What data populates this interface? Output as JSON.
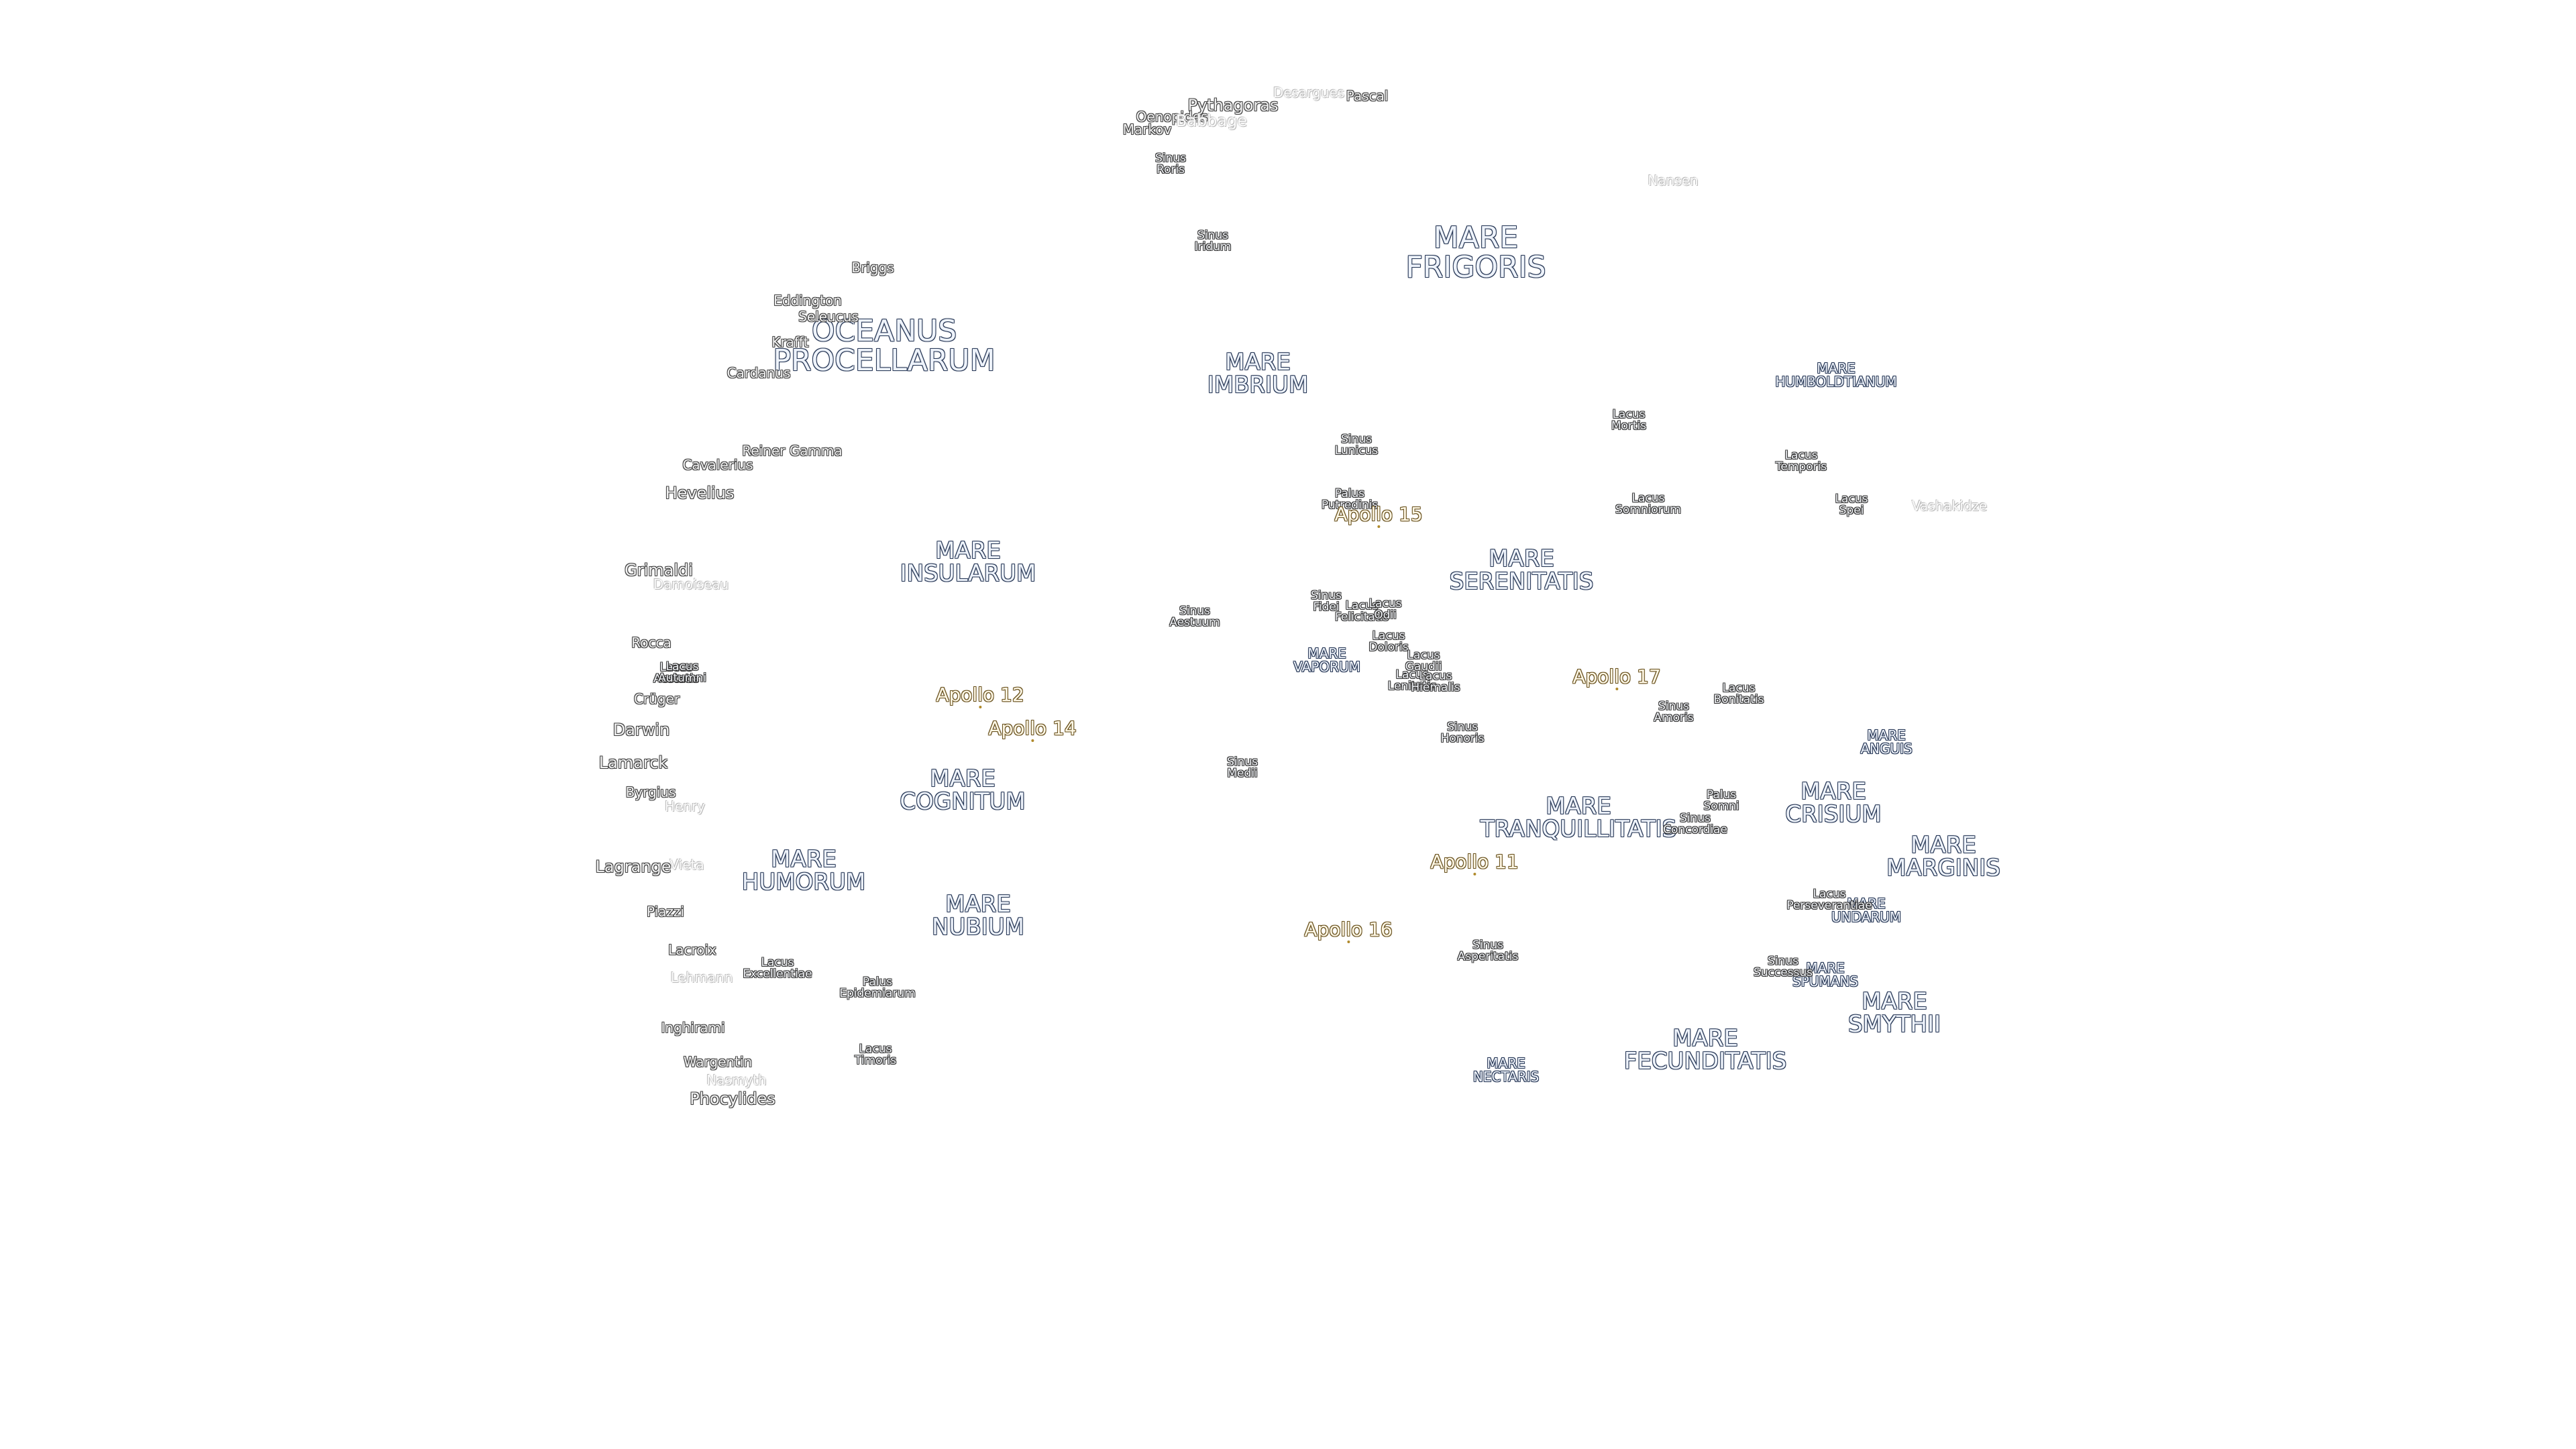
{
  "map": {
    "maria": [
      {
        "id": "mare-frigoris",
        "text": "MARE\nFRIGORIS"
      },
      {
        "id": "oceanus-procellarum",
        "text": "OCEANUS\nPROCELLARUM"
      },
      {
        "id": "mare-imbrium",
        "text": "MARE\nIMBRIUM"
      },
      {
        "id": "mare-humboldtianum",
        "text": "MARE\nHUMBOLDTIANUM"
      },
      {
        "id": "mare-insularum",
        "text": "MARE\nINSULARUM"
      },
      {
        "id": "mare-serenitatis",
        "text": "MARE\nSERENITATIS"
      },
      {
        "id": "mare-vaporum",
        "text": "MARE\nVAPORUM"
      },
      {
        "id": "mare-anguis",
        "text": "MARE\nANGUIS"
      },
      {
        "id": "mare-cognitum",
        "text": "MARE\nCOGNITUM"
      },
      {
        "id": "mare-crisium",
        "text": "MARE\nCRISIUM"
      },
      {
        "id": "mare-tranquillitatis",
        "text": "MARE\nTRANQUILLITATIS"
      },
      {
        "id": "mare-marginis",
        "text": "MARE\nMARGINIS"
      },
      {
        "id": "mare-humorum",
        "text": "MARE\nHUMORUM"
      },
      {
        "id": "mare-nubium",
        "text": "MARE\nNUBIUM"
      },
      {
        "id": "mare-undarum",
        "text": "MARE\nUNDARUM"
      },
      {
        "id": "mare-spumans",
        "text": "MARE\nSPUMANS"
      },
      {
        "id": "mare-smythii",
        "text": "MARE\nSMYTHII"
      },
      {
        "id": "mare-fecunditatis",
        "text": "MARE\nFECUNDITATIS"
      },
      {
        "id": "mare-nectaris",
        "text": "MARE\nNECTARIS"
      }
    ],
    "small_features": [
      {
        "id": "sinus-roris",
        "text": "Sinus\nRoris"
      },
      {
        "id": "sinus-iridum",
        "text": "Sinus\nIridum"
      },
      {
        "id": "sinus-lunicus",
        "text": "Sinus\nLunicus"
      },
      {
        "id": "lacus-mortis",
        "text": "Lacus\nMortis"
      },
      {
        "id": "lacus-temporis",
        "text": "Lacus\nTemporis"
      },
      {
        "id": "palus-putredinis",
        "text": "Palus\nPutredinis"
      },
      {
        "id": "lacus-somniorum",
        "text": "Lacus\nSomniorum"
      },
      {
        "id": "lacus-spei",
        "text": "Lacus\nSpei"
      },
      {
        "id": "sinus-aestuum",
        "text": "Sinus\nAestuum"
      },
      {
        "id": "sinus-fidei",
        "text": "Sinus\nFidei"
      },
      {
        "id": "lacus-felicitatis",
        "text": "Lacus\nFelicitatis"
      },
      {
        "id": "lacus-odii",
        "text": "Lacus\nOdii"
      },
      {
        "id": "lacus-doloris",
        "text": "Lacus\nDoloris"
      },
      {
        "id": "lacus-gaudii",
        "text": "Lacus\nGaudii"
      },
      {
        "id": "lacus-lenitatis",
        "text": "Lacus\nLenitatis"
      },
      {
        "id": "lacus-hiemalis",
        "text": "Lacus\nHiemalis"
      },
      {
        "id": "lacus-aestatis",
        "text": "Lacus\nAestatis"
      },
      {
        "id": "lacus-autumni",
        "text": "Lacus\nAutumni"
      },
      {
        "id": "sinus-amoris",
        "text": "Sinus\nAmoris"
      },
      {
        "id": "lacus-bonitatis",
        "text": "Lacus\nBonitatis"
      },
      {
        "id": "sinus-honoris",
        "text": "Sinus\nHonoris"
      },
      {
        "id": "sinus-medii",
        "text": "Sinus\nMedii"
      },
      {
        "id": "palus-somni",
        "text": "Palus\nSomni"
      },
      {
        "id": "sinus-concordiae",
        "text": "Sinus\nConcordiae"
      },
      {
        "id": "lacus-perseverantiae",
        "text": "Lacus\nPerseverantiae"
      },
      {
        "id": "sinus-asperitatis",
        "text": "Sinus\nAsperitatis"
      },
      {
        "id": "sinus-successus",
        "text": "Sinus\nSuccessus"
      },
      {
        "id": "lacus-excellentiae",
        "text": "Lacus\nExcellentiae"
      },
      {
        "id": "palus-epidemiarum",
        "text": "Palus\nEpidemiarum"
      },
      {
        "id": "lacus-timoris",
        "text": "Lacus\nTimoris"
      }
    ],
    "craters": [
      {
        "id": "pythagoras",
        "text": "Pythagoras",
        "faint": false
      },
      {
        "id": "desargues",
        "text": "Desargues",
        "faint": true
      },
      {
        "id": "pascal",
        "text": "Pascal",
        "faint": false
      },
      {
        "id": "oenopides",
        "text": "Oenopides",
        "faint": false
      },
      {
        "id": "babbage",
        "text": "Babbage",
        "faint": true
      },
      {
        "id": "markov",
        "text": "Markov",
        "faint": false
      },
      {
        "id": "nansen",
        "text": "Nansen",
        "faint": true
      },
      {
        "id": "briggs",
        "text": "Briggs",
        "faint": false
      },
      {
        "id": "eddington",
        "text": "Eddington",
        "faint": false
      },
      {
        "id": "seleucus",
        "text": "Seleucus",
        "faint": false
      },
      {
        "id": "krafft",
        "text": "Krafft",
        "faint": false
      },
      {
        "id": "cardanus",
        "text": "Cardanus",
        "faint": false
      },
      {
        "id": "reiner-gamma",
        "text": "Reiner Gamma",
        "faint": false
      },
      {
        "id": "cavalerius",
        "text": "Cavalerius",
        "faint": false
      },
      {
        "id": "hevelius",
        "text": "Hevelius",
        "faint": false
      },
      {
        "id": "vashakidze",
        "text": "Vashakidze",
        "faint": true
      },
      {
        "id": "grimaldi",
        "text": "Grimaldi",
        "faint": false
      },
      {
        "id": "damoiseau",
        "text": "Damoiseau",
        "faint": true
      },
      {
        "id": "rocca",
        "text": "Rocca",
        "faint": false
      },
      {
        "id": "cruger",
        "text": "Crüger",
        "faint": false
      },
      {
        "id": "darwin",
        "text": "Darwin",
        "faint": false
      },
      {
        "id": "lamarck",
        "text": "Lamarck",
        "faint": false
      },
      {
        "id": "byrgius",
        "text": "Byrgius",
        "faint": false
      },
      {
        "id": "henry",
        "text": "Henry",
        "faint": true
      },
      {
        "id": "lagrange",
        "text": "Lagrange",
        "faint": false
      },
      {
        "id": "vieta",
        "text": "Vieta",
        "faint": true
      },
      {
        "id": "piazzi",
        "text": "Piazzi",
        "faint": false
      },
      {
        "id": "lacroix",
        "text": "Lacroix",
        "faint": false
      },
      {
        "id": "lehmann",
        "text": "Lehmann",
        "faint": true
      },
      {
        "id": "inghirami",
        "text": "Inghirami",
        "faint": false
      },
      {
        "id": "wargentin",
        "text": "Wargentin",
        "faint": false
      },
      {
        "id": "nasmyth",
        "text": "Nasmyth",
        "faint": true
      },
      {
        "id": "phocylides",
        "text": "Phocylides",
        "faint": false
      }
    ],
    "apollo_sites": [
      {
        "id": "apollo-15",
        "text": "Apollo 15"
      },
      {
        "id": "apollo-12",
        "text": "Apollo 12"
      },
      {
        "id": "apollo-14",
        "text": "Apollo 14"
      },
      {
        "id": "apollo-17",
        "text": "Apollo 17"
      },
      {
        "id": "apollo-11",
        "text": "Apollo 11"
      },
      {
        "id": "apollo-16",
        "text": "Apollo 16"
      }
    ]
  }
}
